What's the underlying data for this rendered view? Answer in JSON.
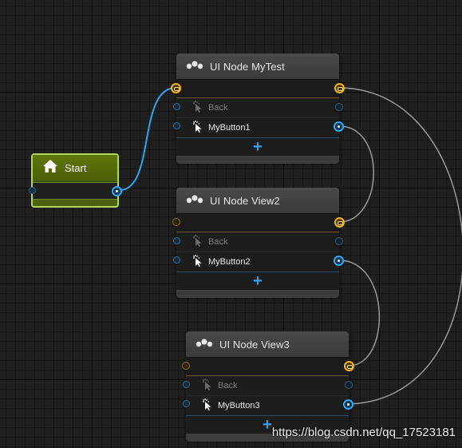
{
  "start_node": {
    "title": "Start",
    "icon": "home-icon"
  },
  "ui_nodes": [
    {
      "title": "UI Node MyTest",
      "icon": "nodes-icon",
      "rows": [
        {
          "label": "Back",
          "state": "inactive",
          "icon": "cursor-click-icon"
        },
        {
          "label": "MyButton1",
          "state": "active",
          "icon": "cursor-click-icon"
        }
      ],
      "add_label": "+"
    },
    {
      "title": "UI Node View2",
      "icon": "nodes-icon",
      "rows": [
        {
          "label": "Back",
          "state": "inactive",
          "icon": "cursor-click-icon"
        },
        {
          "label": "MyButton2",
          "state": "active",
          "icon": "cursor-click-icon"
        }
      ],
      "add_label": "+"
    },
    {
      "title": "UI Node View3",
      "icon": "nodes-icon",
      "rows": [
        {
          "label": "Back",
          "state": "inactive",
          "icon": "cursor-click-icon"
        },
        {
          "label": "MyButton3",
          "state": "active",
          "icon": "cursor-click-icon"
        }
      ],
      "add_label": "+"
    }
  ],
  "connections": [
    {
      "from": "Start",
      "to": "UI Node MyTest",
      "color": "#2ea6f0"
    },
    {
      "from": "MyButton1",
      "to": "UI Node View2",
      "color": "#9a9a9a"
    },
    {
      "from": "MyButton2",
      "to": "UI Node View3",
      "color": "#9a9a9a"
    },
    {
      "from": "MyButton3",
      "to": "UI Node MyTest",
      "color": "#9a9a9a"
    }
  ],
  "colors": {
    "background": "#1f1f1f",
    "start_node": "#4d6206",
    "start_border": "#b7d35f",
    "accent_blue": "#2ea6f0",
    "accent_yellow": "#f0b21c",
    "edge_gray": "#9a9a9a"
  },
  "watermark": "https://blog.csdn.net/qq_17523181"
}
